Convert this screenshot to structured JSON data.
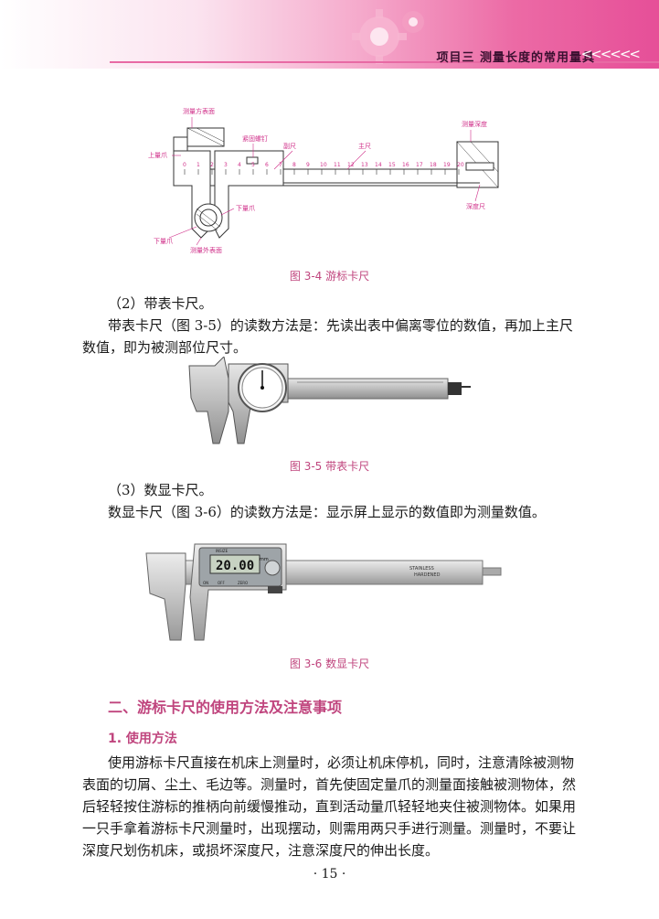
{
  "header": {
    "running_head": "项目三  测量长度的常用量具",
    "chevrons": "<<<<<<"
  },
  "figures": {
    "fig_3_4": {
      "caption": "图 3-4   游标卡尺",
      "labels": {
        "outer_top": "测量方表面",
        "upper_jaw": "上量爪",
        "lock_screw": "紧固螺钉",
        "vernier": "副尺",
        "main_scale": "主尺",
        "depth_top": "测量深度",
        "lower_jaw": "下量爪",
        "inner_jaw": "下量爪",
        "outer_bottom": "测量外表面",
        "depth_rod": "深度尺"
      },
      "scale_numbers": [
        "0",
        "1",
        "2",
        "3",
        "4",
        "5",
        "6",
        "7",
        "8",
        "9",
        "10",
        "11",
        "12",
        "13",
        "14",
        "15",
        "16",
        "17",
        "18",
        "19",
        "20"
      ]
    },
    "fig_3_5": {
      "caption": "图 3-5   带表卡尺"
    },
    "fig_3_6": {
      "caption": "图 3-6   数显卡尺",
      "display": "20.00",
      "unit": "mm",
      "brand": "INSIZE",
      "engraving_1": "STAINLESS",
      "engraving_2": "HARDENED",
      "btn_on": "ON",
      "btn_off": "OFF",
      "btn_zero": "ZERO"
    }
  },
  "content": {
    "item2_title": "（2）带表卡尺。",
    "item2_body": "带表卡尺（图 3-5）的读数方法是：先读出表中偏离零位的数值，再加上主尺数值，即为被测部位尺寸。",
    "item3_title": "（3）数显卡尺。",
    "item3_body": "数显卡尺（图 3-6）的读数方法是：显示屏上显示的数值即为测量数值。",
    "section_title": "二、游标卡尺的使用方法及注意事项",
    "sub_title": "1. 使用方法",
    "usage_body": "使用游标卡尺直接在机床上测量时，必须让机床停机，同时，注意清除被测物表面的切屑、尘土、毛边等。测量时，首先使固定量爪的测量面接触被测物体，然后轻轻按住游标的推柄向前缓慢推动，直到活动量爪轻轻地夹住被测物体。如果用一只手拿着游标卡尺测量时，出现摆动，则需用两只手进行测量。测量时，不要让深度尺划伤机床，或损坏深度尺，注意深度尺的伸出长度。"
  },
  "page_number": "· 15 ·",
  "colors": {
    "accent": "#c0457e",
    "header_pink": "#e64f98",
    "label_pink": "#d0308a"
  }
}
